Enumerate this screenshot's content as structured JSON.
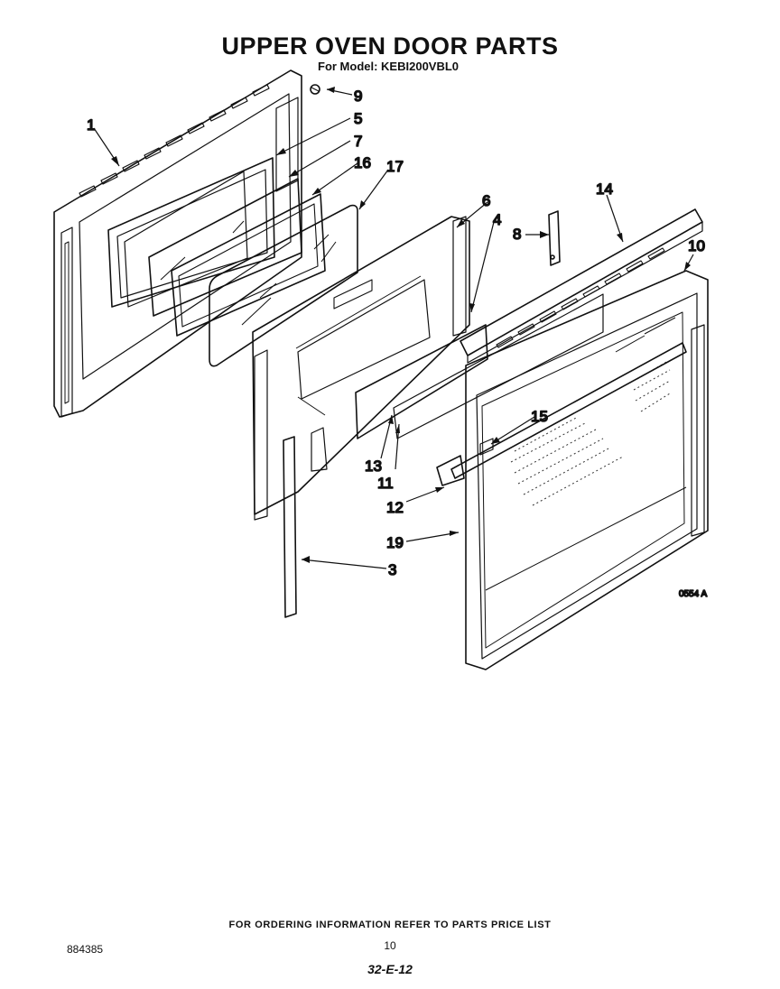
{
  "header": {
    "title": "UPPER OVEN DOOR PARTS",
    "model_line": "For Model: KEBI200VBL0"
  },
  "callouts": {
    "c1": "1",
    "c3": "3",
    "c4": "4",
    "c5": "5",
    "c6": "6",
    "c7": "7",
    "c8": "8",
    "c9": "9",
    "c10": "10",
    "c11": "11",
    "c12": "12",
    "c13": "13",
    "c14": "14",
    "c15": "15",
    "c16": "16",
    "c17": "17",
    "c19": "19"
  },
  "diagram_code": "0554 A",
  "footer": {
    "ordering_note": "FOR ORDERING INFORMATION REFER TO PARTS PRICE LIST",
    "page_number": "10",
    "document_number": "884385",
    "handwritten_ref": "32-E-12"
  }
}
